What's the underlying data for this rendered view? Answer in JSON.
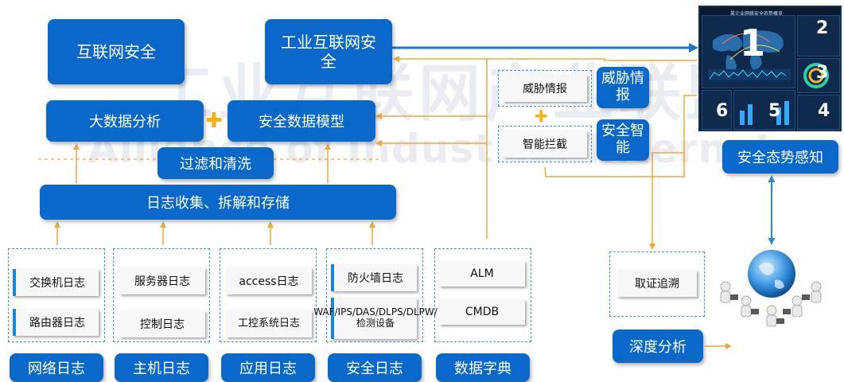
{
  "watermark": {
    "line1": "工业互联网产业联盟",
    "line2": "Alliance of Industrial Internet"
  },
  "top_boxes": {
    "internet_security": "互联网安全",
    "industrial_internet_security": "工业互联网安全",
    "big_data_analysis": "大数据分析",
    "security_data_model": "安全数据模型",
    "filter_clean": "过滤和清洗",
    "log_collect": "日志收集、拆解和存储"
  },
  "intel": {
    "threat_intel_item": "威胁情报",
    "threat_intel_label": "威胁情报",
    "smart_block_item": "智能拦截",
    "security_intel_label": "安全智能"
  },
  "situation_awareness": {
    "label": "安全态势感知",
    "monitor_title": "某企业网络安全态势概览",
    "panels": [
      "1",
      "2",
      "3",
      "4",
      "5",
      "6"
    ]
  },
  "forensics": {
    "item": "取证追溯",
    "label": "深度分析"
  },
  "sources": [
    {
      "label": "网络日志",
      "items": [
        "交换机日志",
        "路由器日志"
      ]
    },
    {
      "label": "主机日志",
      "items": [
        "服务器日志",
        "控制日志"
      ]
    },
    {
      "label": "应用日志",
      "items": [
        "access日志",
        "工控系统日志"
      ]
    },
    {
      "label": "安全日志",
      "items": [
        "防火墙日志",
        "WAF/IPS/DAS/DLPS/DLPW/检测设备"
      ]
    },
    {
      "label": "数据字典",
      "items": [
        "ALM",
        "CMDB"
      ]
    }
  ],
  "colors": {
    "box_blue": "#0968c9",
    "arrow_orange": "#f0a73a",
    "arrow_blue": "#1777d2",
    "plus_gold": "#f5b416"
  }
}
